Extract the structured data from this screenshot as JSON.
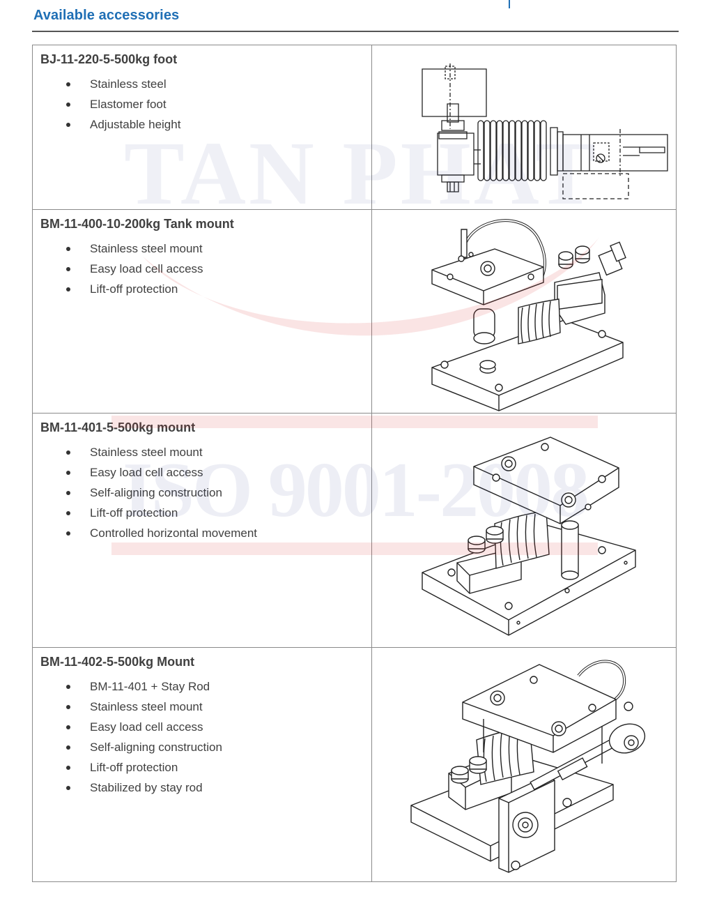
{
  "header": {
    "title": "Available accessories"
  },
  "watermark": {
    "line1": "TAN PHAT",
    "line2": "ISO 9001-2008",
    "color": "#d62b2b"
  },
  "accessories": [
    {
      "name": "BJ-11-220-5-500kg foot",
      "features": [
        "Stainless steel",
        "Elastomer foot",
        "Adjustable height"
      ],
      "drawing": "foot-with-load-cell-drawing"
    },
    {
      "name": "BM-11-400-10-200kg Tank mount",
      "features": [
        "Stainless steel mount",
        "Easy load cell access",
        "Lift-off protection"
      ],
      "drawing": "tank-mount-drawing"
    },
    {
      "name": "BM-11-401-5-500kg mount",
      "features": [
        "Stainless steel mount",
        "Easy load cell access",
        "Self-aligning construction",
        "Lift-off protection",
        "Controlled horizontal movement"
      ],
      "drawing": "self-aligning-mount-drawing"
    },
    {
      "name": "BM-11-402-5-500kg Mount",
      "features": [
        "BM-11-401 + Stay Rod",
        "Stainless steel mount",
        "Easy load cell access",
        "Self-aligning construction",
        "Lift-off protection",
        "Stabilized by stay rod"
      ],
      "drawing": "stay-rod-mount-drawing"
    }
  ]
}
